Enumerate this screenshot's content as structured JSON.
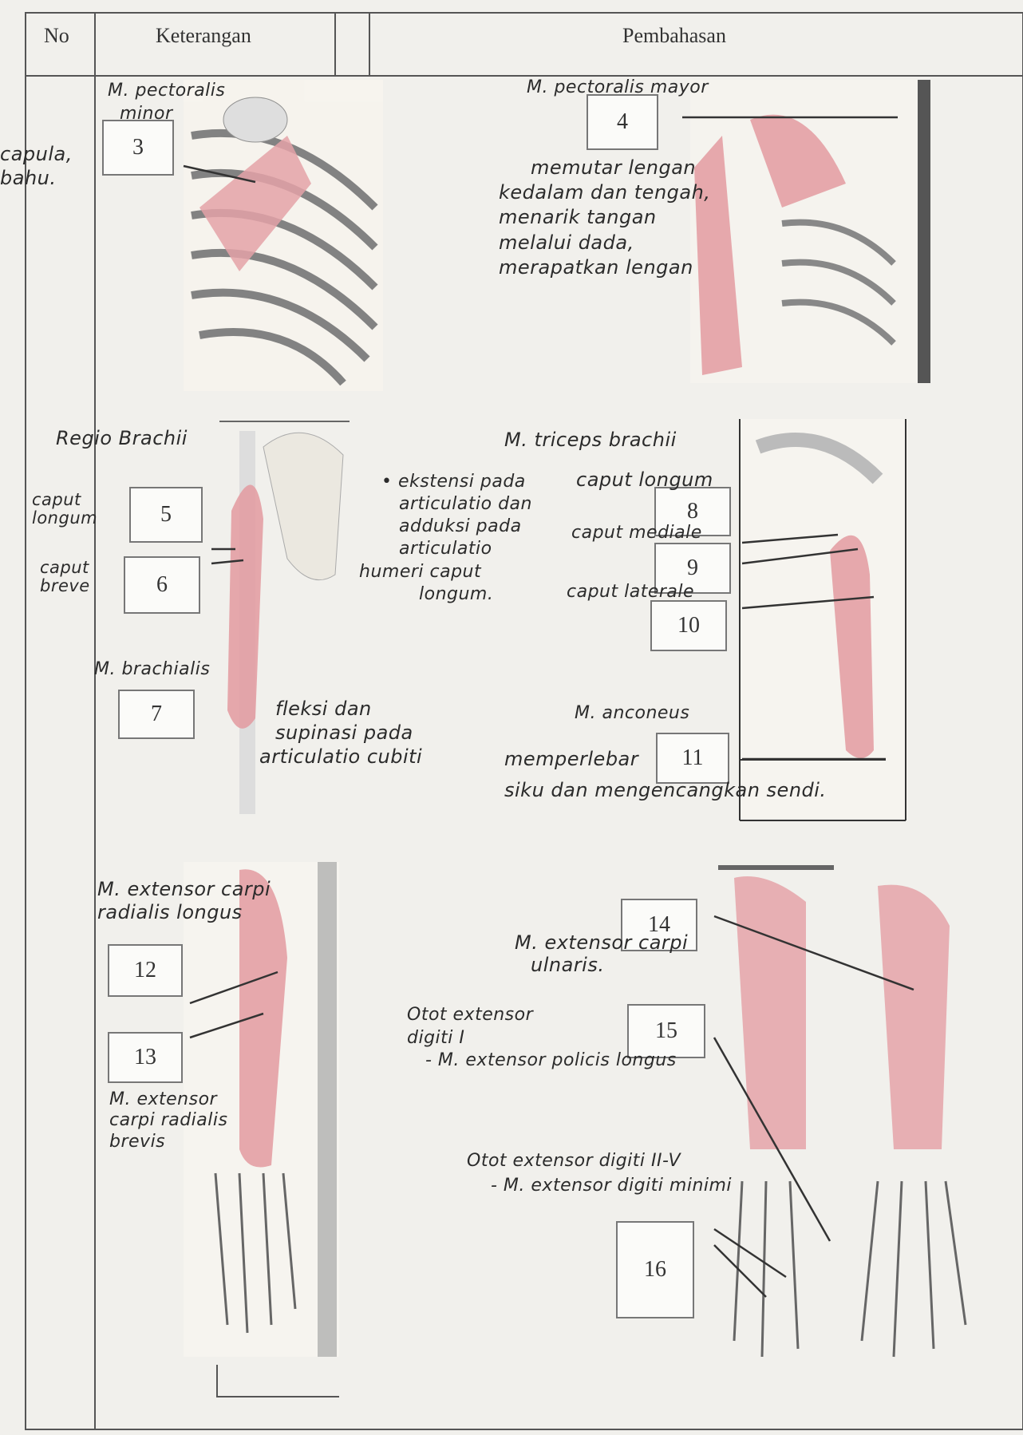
{
  "table_header": {
    "no": "No",
    "keterangan": "Keterangan",
    "pembahasan": "Pembahasan"
  },
  "margin_text": [
    "capula,",
    "bahu."
  ],
  "numbers": {
    "n3": "3",
    "n4": "4",
    "n5": "5",
    "n6": "6",
    "n7": "7",
    "n8": "8",
    "n9": "9",
    "n10": "10",
    "n11": "11",
    "n12": "12",
    "n13": "13",
    "n14": "14",
    "n15": "15",
    "n16": "16"
  },
  "labels": {
    "pect_minor": [
      "M. pectoralis",
      "minor"
    ],
    "pect_mayor": "M. pectoralis mayor",
    "pect_mayor_desc": [
      "memutar lengan",
      "kedalam dan tengah,",
      "menarik tangan",
      "melalui dada,",
      "merapatkan lengan"
    ],
    "regio": "Regio Brachii",
    "caput_longum_l": [
      "caput",
      "longum"
    ],
    "caput_breve": [
      "caput",
      "breve"
    ],
    "biceps_desc": [
      "• ekstensi pada",
      "articulatio dan",
      "adduksi pada",
      "articulatio",
      "humeri caput",
      "longum."
    ],
    "triceps": "M. triceps brachii",
    "caput_longum_r": "caput longum",
    "caput_mediale": "caput mediale",
    "caput_laterale": "caput laterale",
    "brachialis": "M. brachialis",
    "brachialis_desc": [
      "fleksi dan",
      "supinasi pada",
      "articulatio cubiti"
    ],
    "anconeus": "M. anconeus",
    "anconeus_desc_1": "memperlebar",
    "anconeus_desc_2": "siku dan mengencangkan sendi.",
    "ecrl": [
      "M. extensor carpi",
      "radialis longus"
    ],
    "ecrb": [
      "M. extensor",
      "carpi radialis",
      "brevis"
    ],
    "ecu": [
      "M. extensor carpi",
      "ulnaris."
    ],
    "digiti1": [
      "Otot extensor",
      "digiti I",
      "- M. extensor policis longus"
    ],
    "digiti2": [
      "Otot extensor digiti II-V",
      "- M. extensor digiti minimi"
    ]
  }
}
